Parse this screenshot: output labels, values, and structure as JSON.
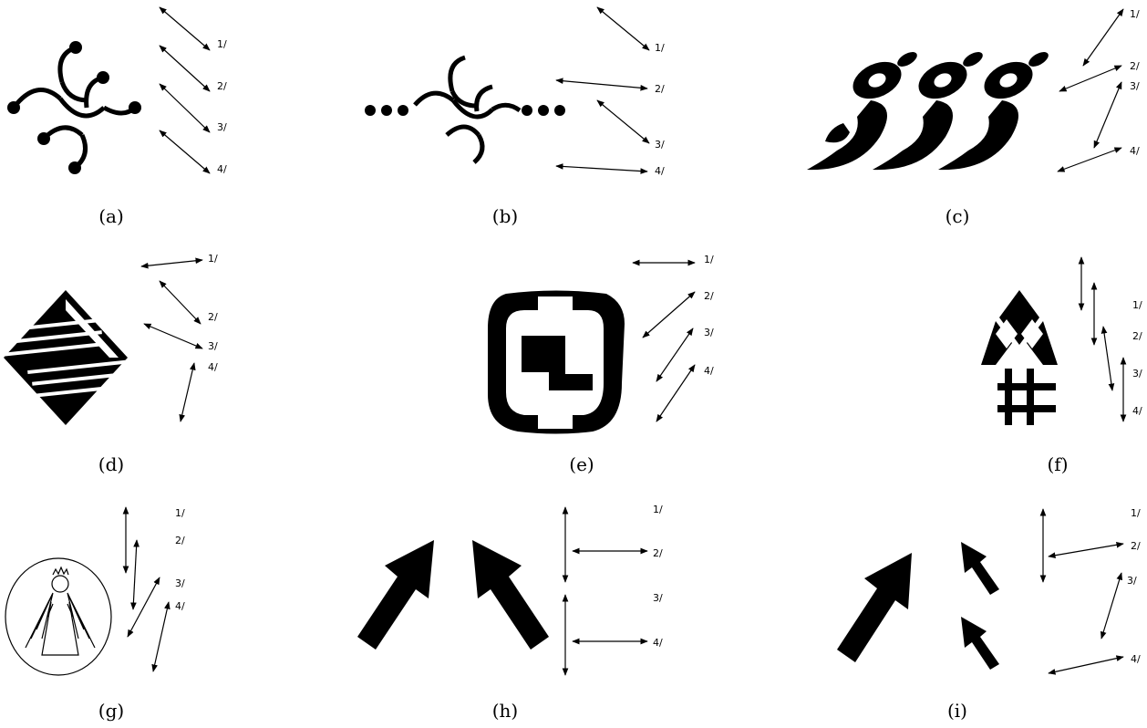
{
  "panels": [
    {
      "id": "a",
      "caption": "(a)",
      "labels": [
        "1/",
        "2/",
        "3/",
        "4/"
      ]
    },
    {
      "id": "b",
      "caption": "(b)",
      "labels": [
        "1/",
        "2/",
        "3/",
        "4/"
      ]
    },
    {
      "id": "c",
      "caption": "(c)",
      "labels": [
        "1/",
        "2/",
        "3/",
        "4/"
      ]
    },
    {
      "id": "d",
      "caption": "(d)",
      "labels": [
        "1/",
        "2/",
        "3/",
        "4/"
      ]
    },
    {
      "id": "e",
      "caption": "(e)",
      "labels": [
        "1/",
        "2/",
        "3/",
        "4/"
      ]
    },
    {
      "id": "f",
      "caption": "(f)",
      "labels": [
        "1/",
        "2/",
        "3/",
        "4/"
      ]
    },
    {
      "id": "g",
      "caption": "(g)",
      "labels": [
        "1/",
        "2/",
        "3/",
        "4/"
      ]
    },
    {
      "id": "h",
      "caption": "(h)",
      "labels": [
        "1/",
        "2/",
        "3/",
        "4/"
      ]
    },
    {
      "id": "i",
      "caption": "(i)",
      "labels": [
        "1/",
        "2/",
        "3/",
        "4/"
      ]
    }
  ]
}
